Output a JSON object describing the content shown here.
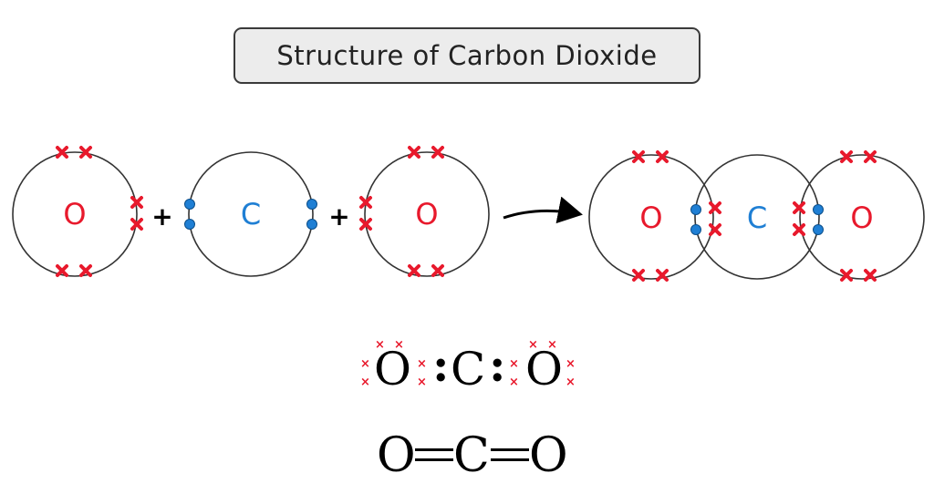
{
  "title": "Structure of Carbon Dioxide",
  "colors": {
    "oxygen_label": "#e8192c",
    "carbon_label": "#1f7fd4",
    "oxygen_electron": "#e8192c",
    "carbon_electron": "#1f7fd4",
    "circle_stroke": "#333333"
  },
  "reactants": {
    "left_oxygen": "O",
    "carbon": "C",
    "right_oxygen": "O",
    "plus_1": "+",
    "plus_2": "+"
  },
  "product": {
    "left_oxygen": "O",
    "carbon": "C",
    "right_oxygen": "O"
  },
  "lewis": {
    "left_oxygen": "O",
    "carbon": "C",
    "right_oxygen": "O",
    "bond_left": ":",
    "bond_right": ":",
    "cross": "×"
  },
  "structural": {
    "left": "O",
    "middle": "C",
    "right": "O"
  }
}
